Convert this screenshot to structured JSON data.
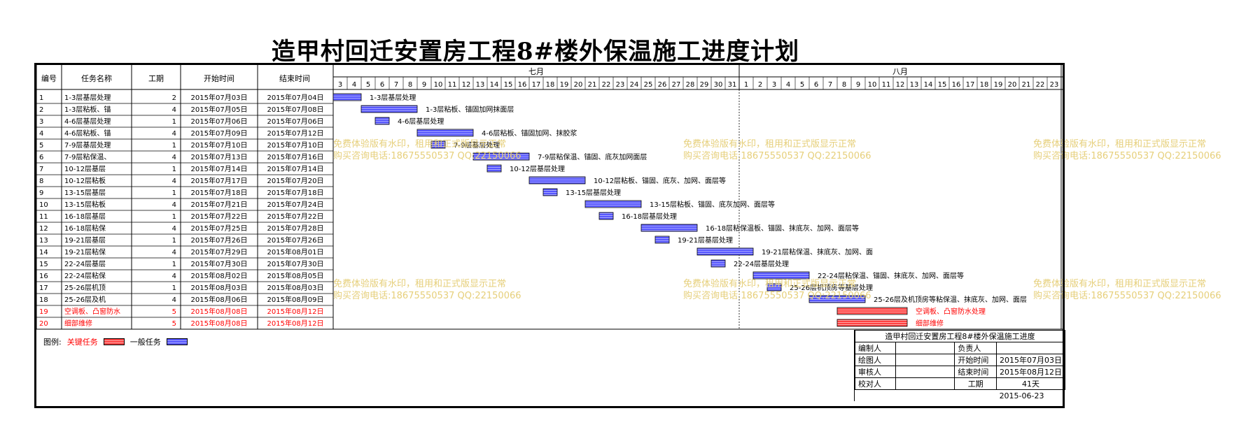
{
  "title": "造甲村回迁安置房工程8#楼外保温施工进度计划",
  "columns": {
    "id": "编号",
    "name": "任务名称",
    "duration": "工期",
    "start": "开始时间",
    "end": "结束时间"
  },
  "months": [
    {
      "label": "七月",
      "days": [
        "3",
        "4",
        "5",
        "6",
        "7",
        "8",
        "9",
        "10",
        "11",
        "12",
        "13",
        "14",
        "15",
        "16",
        "17",
        "18",
        "19",
        "20",
        "21",
        "22",
        "23",
        "24",
        "25",
        "26",
        "27",
        "28",
        "29",
        "30",
        "31"
      ]
    },
    {
      "label": "八月",
      "days": [
        "1",
        "2",
        "3",
        "4",
        "5",
        "6",
        "7",
        "8",
        "9",
        "10",
        "11",
        "12",
        "13",
        "14",
        "15",
        "16",
        "17",
        "18",
        "19",
        "20",
        "21",
        "22",
        "23"
      ]
    }
  ],
  "legend": {
    "label": "图例:",
    "critical": "关键任务",
    "normal": "一般任务"
  },
  "colors": {
    "critical": "#ff0000",
    "normal": "#5555ff",
    "watermark": "#e6cf7a"
  },
  "watermark": {
    "line1": "免费体验版有水印，租用和正式版显示正常",
    "line2": "购买咨询电话:18675550537 QQ:22150066"
  },
  "info": {
    "title": "造甲村回迁安置房工程8#楼外保温施工进度",
    "compiler_label": "编制人",
    "compiler": "",
    "owner_label": "负责人",
    "owner": "",
    "drawer_label": "绘图人",
    "drawer": "",
    "start_label": "开始时间",
    "start": "2015年07月03日",
    "reviewer_label": "审核人",
    "reviewer": "",
    "end_label": "结束时间",
    "end": "2015年08月12日",
    "checker_label": "校对人",
    "checker": "",
    "period_label": "工期",
    "period": "41天",
    "date": "2015-06-23"
  },
  "chart_data": {
    "type": "gantt",
    "x_start": "2015-07-03",
    "x_end": "2015-08-23",
    "tasks": [
      {
        "id": "1",
        "name": "1-3层基层处理",
        "duration": 2,
        "start": "2015年07月03日",
        "end": "2015年07月04日",
        "bar_label": "1-3层基层处理",
        "critical": false
      },
      {
        "id": "2",
        "name": "1-3层粘板、锚固加网抹面层",
        "duration": 4,
        "start": "2015年07月05日",
        "end": "2015年07月08日",
        "bar_label": "1-3层粘板、锚固加网抹面层",
        "critical": false
      },
      {
        "id": "3",
        "name": "4-6层基层处理",
        "duration": 1,
        "start": "2015年07月06日",
        "end": "2015年07月06日",
        "bar_label": "4-6层基层处理",
        "critical": false
      },
      {
        "id": "4",
        "name": "4-6层粘板、锚固加网、抹胶浆",
        "duration": 4,
        "start": "2015年07月09日",
        "end": "2015年07月12日",
        "bar_label": "4-6层粘板、锚固加网、抹胶浆",
        "critical": false
      },
      {
        "id": "5",
        "name": "7-9层基层处理",
        "duration": 1,
        "start": "2015年07月10日",
        "end": "2015年07月10日",
        "bar_label": "7-9层基层处理",
        "critical": false
      },
      {
        "id": "6",
        "name": "7-9层粘保温、锚固、底灰加网面层",
        "duration": 4,
        "start": "2015年07月13日",
        "end": "2015年07月16日",
        "bar_label": "7-9层粘保温、锚固、底灰加网面层",
        "critical": false
      },
      {
        "id": "7",
        "name": "10-12层基层处理",
        "duration": 1,
        "start": "2015年07月14日",
        "end": "2015年07月14日",
        "bar_label": "10-12层基层处理",
        "critical": false
      },
      {
        "id": "8",
        "name": "10-12层粘板、锚固、底灰、加网、面层等",
        "duration": 4,
        "start": "2015年07月17日",
        "end": "2015年07月20日",
        "bar_label": "10-12层粘板、锚固、底灰、加网、面层等",
        "critical": false
      },
      {
        "id": "9",
        "name": "13-15层基层处理",
        "duration": 1,
        "start": "2015年07月18日",
        "end": "2015年07月18日",
        "bar_label": "13-15层基层处理",
        "critical": false
      },
      {
        "id": "10",
        "name": "13-15层粘板、锚固、底灰加网、面层等",
        "duration": 4,
        "start": "2015年07月21日",
        "end": "2015年07月24日",
        "bar_label": "13-15层粘板、锚固、底灰加网、面层等",
        "critical": false
      },
      {
        "id": "11",
        "name": "16-18层基层处理",
        "duration": 1,
        "start": "2015年07月22日",
        "end": "2015年07月22日",
        "bar_label": "16-18层基层处理",
        "critical": false
      },
      {
        "id": "12",
        "name": "16-18层粘保温板、锚固、抹底灰、加网、面层等",
        "duration": 4,
        "start": "2015年07月25日",
        "end": "2015年07月28日",
        "bar_label": "16-18层粘保温板、锚固、抹底灰、加网、面层等",
        "critical": false
      },
      {
        "id": "13",
        "name": "19-21层基层处理",
        "duration": 1,
        "start": "2015年07月26日",
        "end": "2015年07月26日",
        "bar_label": "19-21层基层处理",
        "critical": false
      },
      {
        "id": "14",
        "name": "19-21层粘保温、抹底灰、加网、面",
        "duration": 4,
        "start": "2015年07月29日",
        "end": "2015年08月01日",
        "bar_label": "19-21层粘保温、抹底灰、加网、面",
        "critical": false
      },
      {
        "id": "15",
        "name": "22-24层基层处理",
        "duration": 1,
        "start": "2015年07月30日",
        "end": "2015年07月30日",
        "bar_label": "22-24层基层处理",
        "critical": false
      },
      {
        "id": "16",
        "name": "22-24层粘保温、锚固、抹底灰、加网、面层等",
        "duration": 4,
        "start": "2015年08月02日",
        "end": "2015年08月05日",
        "bar_label": "22-24层粘保温、锚固、抹底灰、加网、面层等",
        "critical": false
      },
      {
        "id": "17",
        "name": "25-26层机顶房等基层处理",
        "duration": 1,
        "start": "2015年08月03日",
        "end": "2015年08月03日",
        "bar_label": "25-26层机顶房等基层处理",
        "critical": false
      },
      {
        "id": "18",
        "name": "25-26层及机顶房等粘保温、抹底灰、加网、面层",
        "duration": 4,
        "start": "2015年08月06日",
        "end": "2015年08月09日",
        "bar_label": "25-26层及机顶房等粘保温、抹底灰、加网、面层",
        "critical": false
      },
      {
        "id": "19",
        "name": "空调板、凸窗防水处理",
        "duration": 5,
        "start": "2015年08月08日",
        "end": "2015年08月12日",
        "bar_label": "空调板、凸窗防水处理",
        "critical": true
      },
      {
        "id": "20",
        "name": "细部维修",
        "duration": 5,
        "start": "2015年08月08日",
        "end": "2015年08月12日",
        "bar_label": "细部维修",
        "critical": true
      }
    ]
  }
}
